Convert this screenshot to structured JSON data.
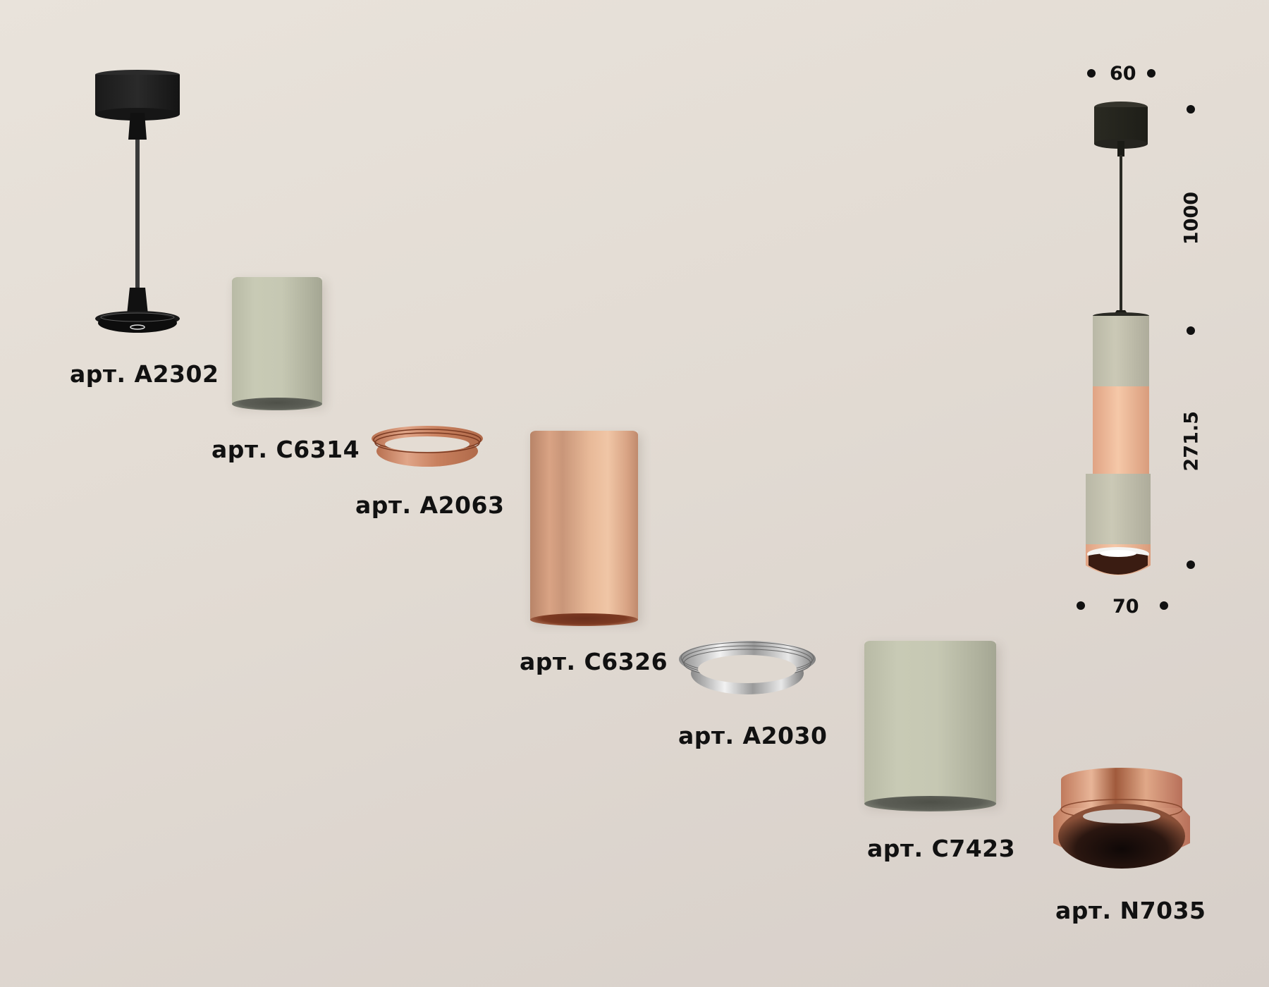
{
  "components": [
    {
      "id": "A2302",
      "label": "арт. A2302",
      "kind": "pendant-suspension",
      "finish": "black"
    },
    {
      "id": "C6314",
      "label": "арт. C6314",
      "kind": "cylinder-housing",
      "finish": "sage-grey"
    },
    {
      "id": "A2063",
      "label": "арт. A2063",
      "kind": "connector-ring",
      "finish": "rose-gold"
    },
    {
      "id": "C6326",
      "label": "арт. C6326",
      "kind": "cylinder-housing",
      "finish": "rose-gold"
    },
    {
      "id": "A2030",
      "label": "арт. A2030",
      "kind": "connector-ring",
      "finish": "chrome"
    },
    {
      "id": "C7423",
      "label": "арт. C7423",
      "kind": "cylinder-housing",
      "finish": "sage-grey"
    },
    {
      "id": "N7035",
      "label": "арт. N7035",
      "kind": "reflector-ring",
      "finish": "rose-gold"
    }
  ],
  "assembled": {
    "dimensions": {
      "top_width": "60",
      "bottom_width": "70",
      "cord_length": "1000",
      "body_height": "271.5"
    }
  },
  "colors": {
    "background": "#e4ddd5",
    "sage": "#c3c5b0",
    "copper": "#dba686",
    "chrome": "#b8b8b8",
    "black": "#1c1c1c",
    "text": "#111111"
  }
}
